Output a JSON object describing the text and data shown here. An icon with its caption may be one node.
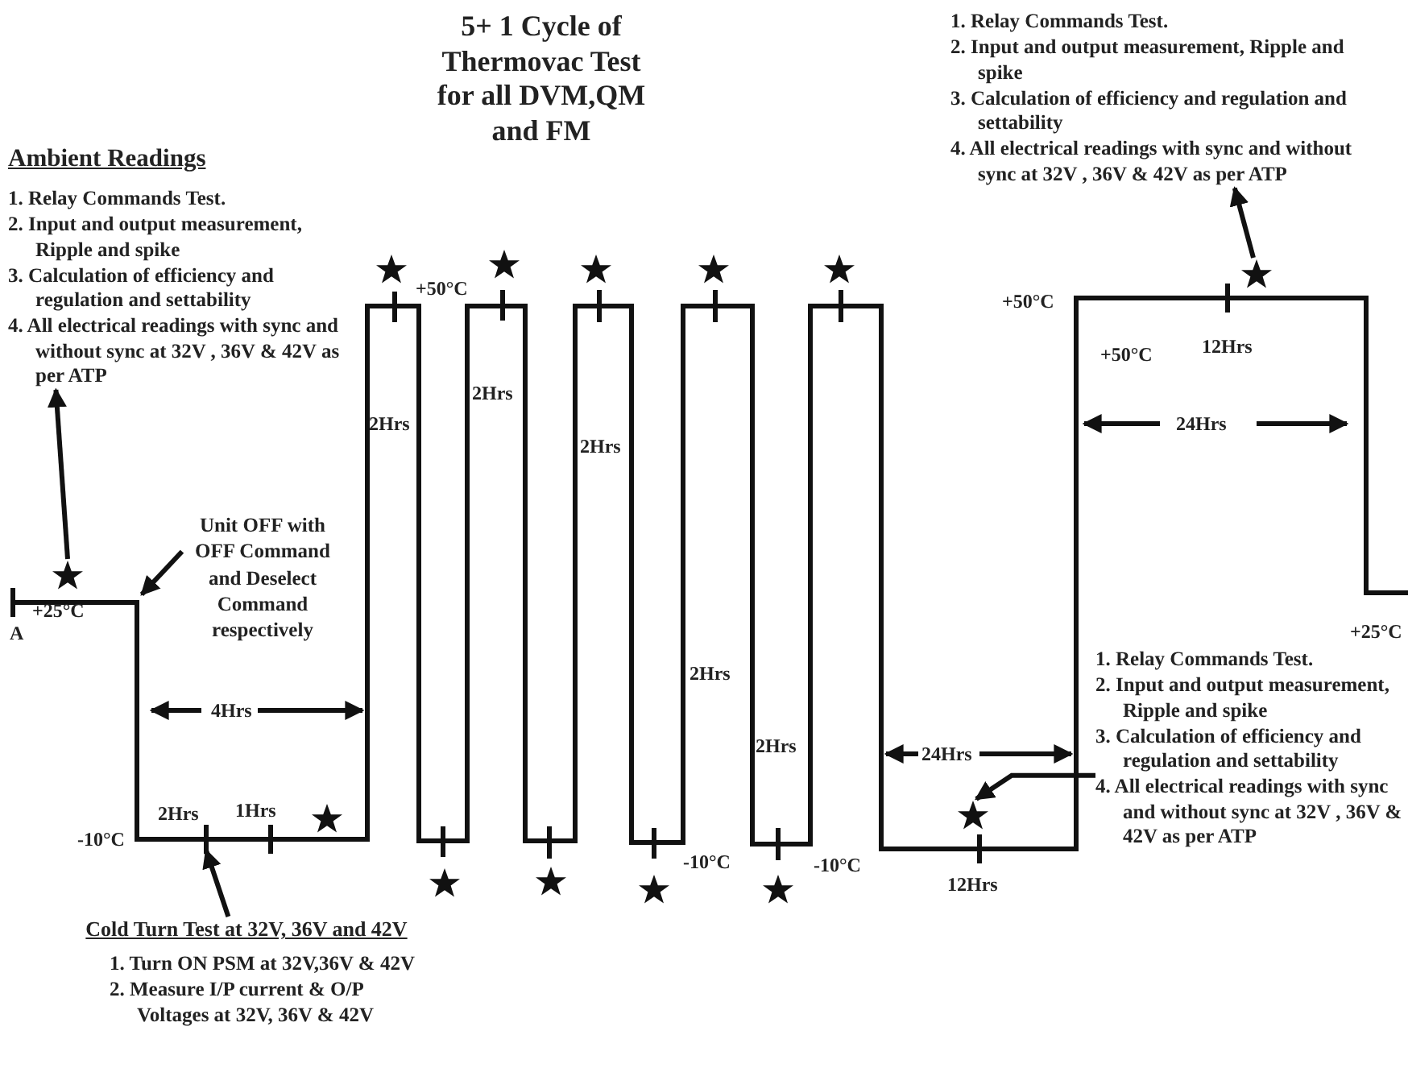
{
  "diagram": {
    "title": "5+ 1 Cycle of Thermovac Test for all DVM,QM and FM",
    "nodes": [
      {
        "text": [
          "Ambient Readings",
          "1. Relay Commands Test.",
          "2. Input and output measurement, Ripple and spike",
          "3. Calculation of efficiency and regulation and settability",
          "4. All electrical readings with sync and without sync at 32V , 36V & 42V as per ATP"
        ]
      },
      {
        "text": [],
        "shape": "star"
      },
      {
        "text": [
          "Unit OFF with OFF Command and Deselect Command respectively"
        ]
      },
      {
        "text": [
          "Cold Turn Test at 32V, 36V and 42V",
          "1. Turn ON PSM at 32V,36V & 42V",
          "2. Measure I/P current & O/P Voltages at 32V, 36V & 42V"
        ]
      },
      {
        "text": [
          "1. Relay Commands Test.",
          "2. Input and output measurement, Ripple and spike",
          "3. Calculation of efficiency and regulation and settability",
          "4. All electrical readings with sync and without sync at 32V , 36V & 42V as per ATP"
        ]
      },
      {
        "text": [],
        "shape": "star"
      },
      {
        "text": [
          "1. Relay Commands Test.",
          "2. Input and output measurement, Ripple and spike",
          "3. Calculation of efficiency and regulation and settability",
          "4. All electrical readings with sync and without sync at 32V , 36V & 42V as per ATP"
        ]
      },
      {
        "text": [],
        "shape": "star"
      }
    ],
    "edges": [
      {
        "from": 1,
        "to": 0,
        "arrow": "to"
      },
      {
        "from": 2,
        "to": null,
        "arrow": "to"
      },
      {
        "from": 3,
        "to": null,
        "arrow": "to"
      },
      {
        "from": 5,
        "to": 4,
        "arrow": "to"
      },
      {
        "from": 6,
        "to": 7,
        "arrow": "to"
      }
    ],
    "labels": [
      "+50°C",
      "+50°C",
      "+50°C",
      "12Hrs",
      "2Hrs",
      "2Hrs",
      "24Hrs",
      "2Hrs",
      "A",
      "+25°C",
      "+25°C",
      "2Hrs",
      "4Hrs",
      "2Hrs",
      "24Hrs",
      "2Hrs",
      "1Hrs",
      "-10°C",
      "-10°C",
      "-10°C",
      "12Hrs"
    ]
  }
}
